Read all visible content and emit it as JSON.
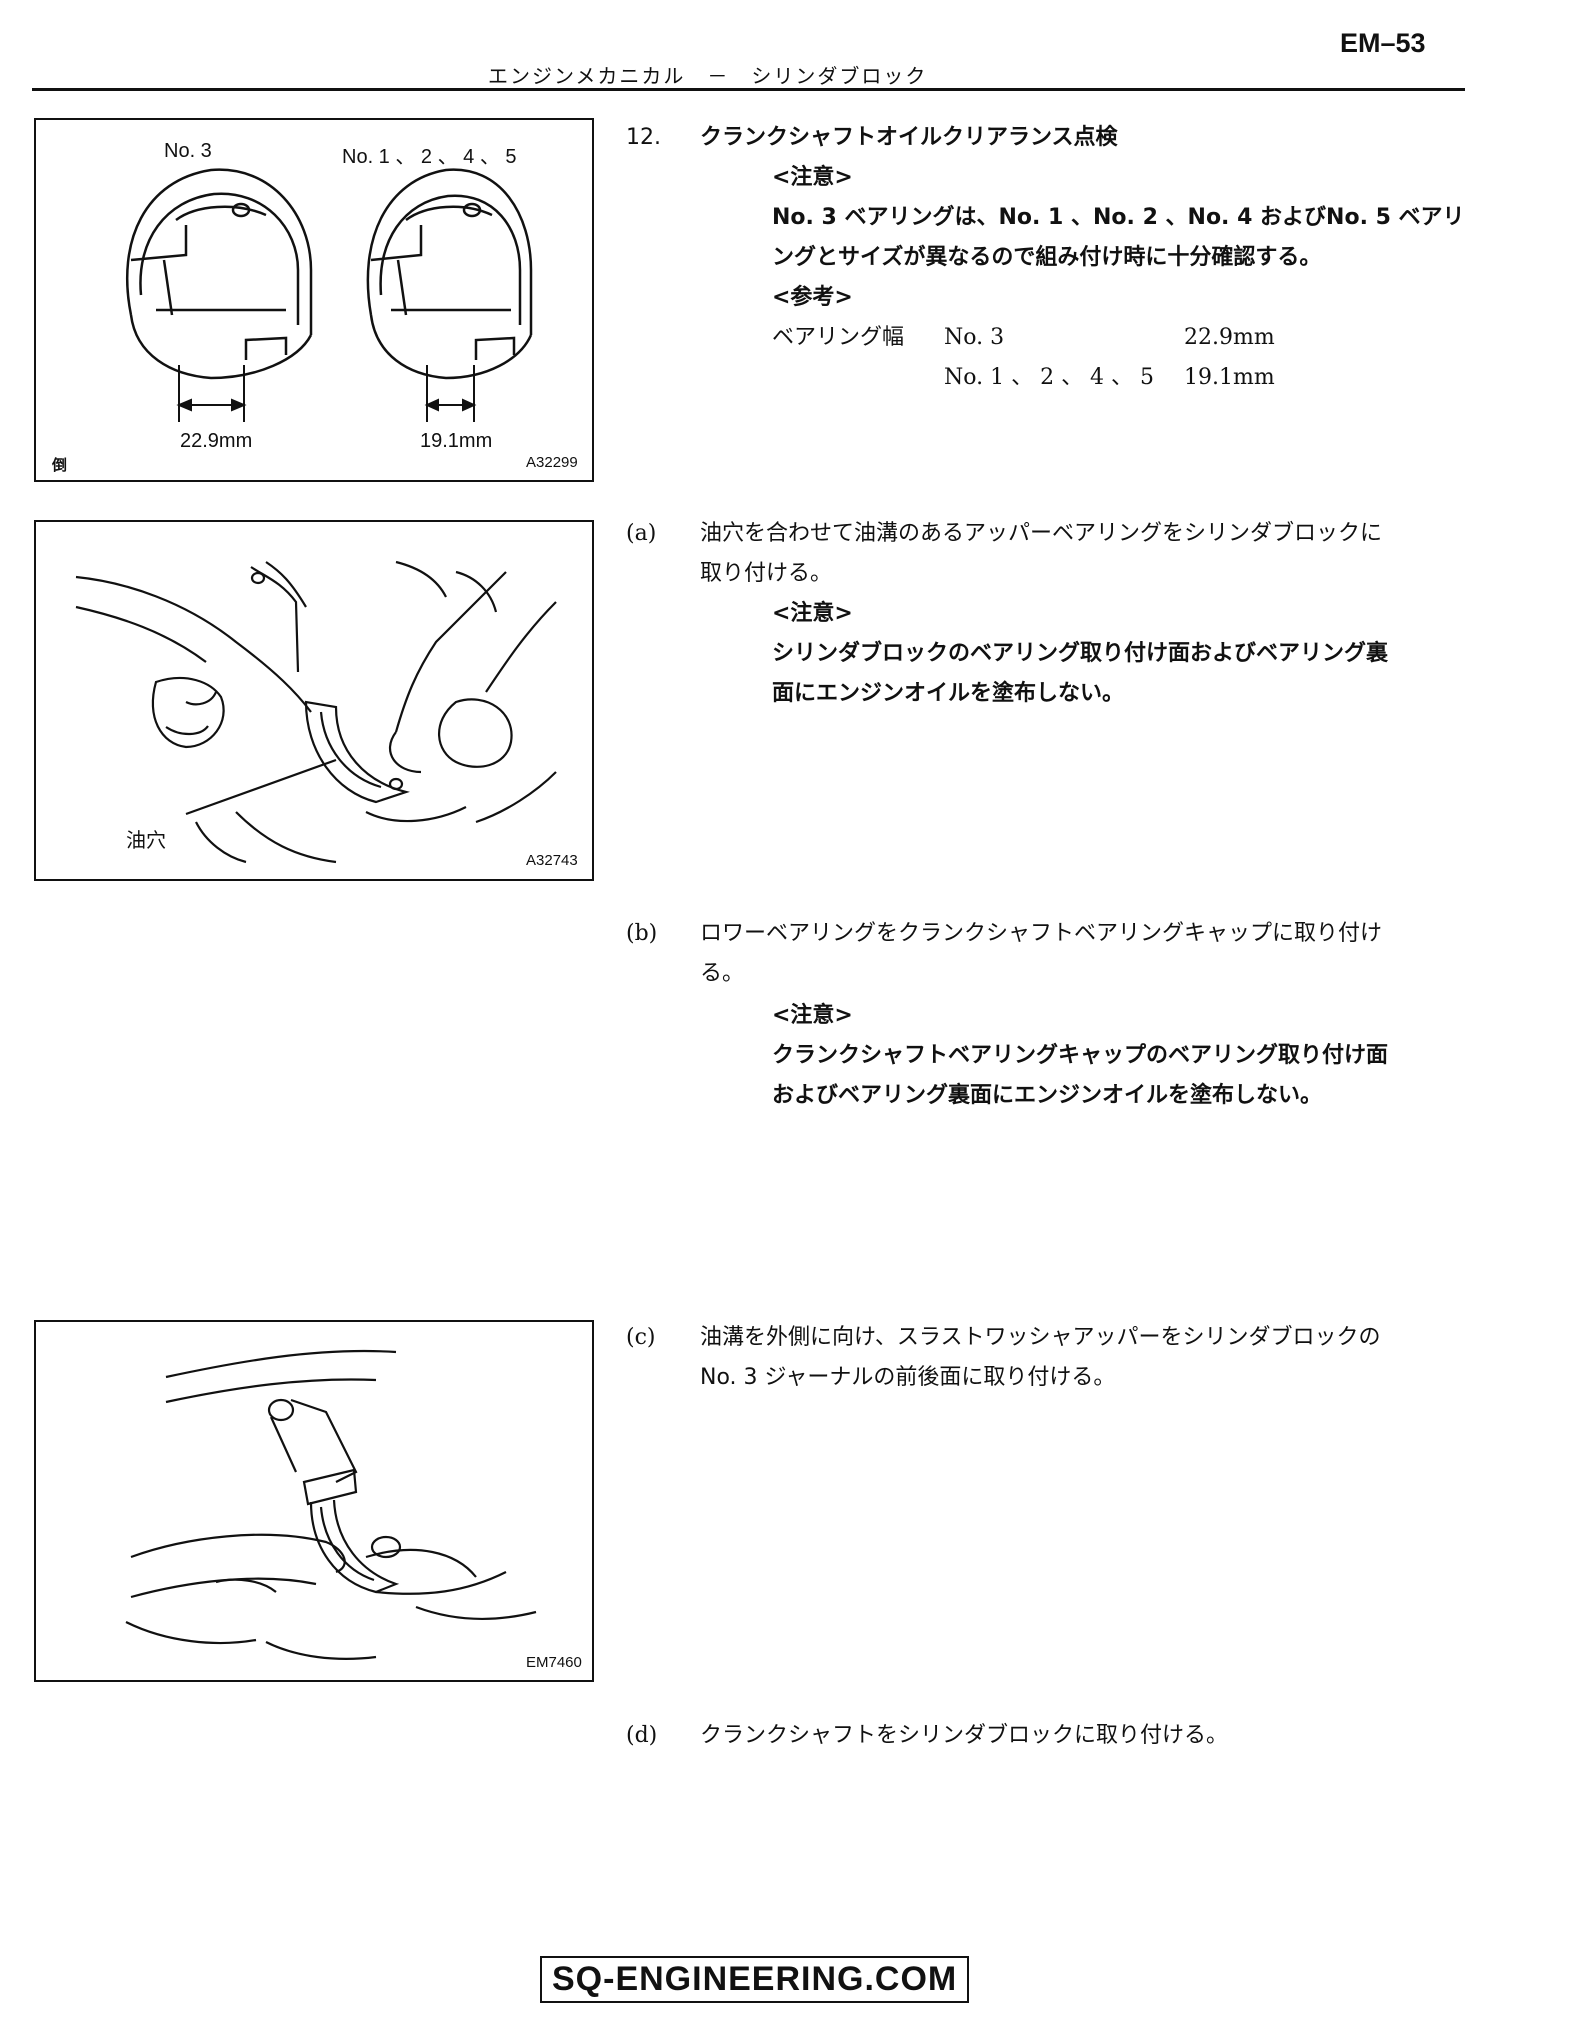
{
  "header": {
    "page_code": "EM–53",
    "section_title": "エンジンメカニカル　－　シリンダブロック"
  },
  "figure1": {
    "label_left": "No. 3",
    "label_right": "No. 1 、 2 、 4 、 5",
    "dim_left": "22.9mm",
    "dim_right": "19.1mm",
    "code": "A32299",
    "corner_mark": "倒"
  },
  "figure2": {
    "callout": "油穴",
    "code": "A32743"
  },
  "figure3": {
    "code": "EM7460"
  },
  "step12": {
    "number": "12.",
    "title": "クランクシャフトオイルクリアランス点検",
    "caution_heading": "<注意>",
    "caution_line1": "No. 3 ベアリングは、No. 1 、No. 2 、No. 4 およびNo. 5 ベアリ",
    "caution_line2": "ングとサイズが異なるので組み付け時に十分確認する。",
    "reference_heading": "<参考>",
    "reference_label": "ベアリング幅",
    "ref_row1_name": "No. 3",
    "ref_row1_value": "22.9mm",
    "ref_row2_name": "No. 1 、 2 、 4 、 5",
    "ref_row2_value": "19.1mm"
  },
  "step_a": {
    "marker": "(a)",
    "line1": "油穴を合わせて油溝のあるアッパーベアリングをシリンダブロックに",
    "line2": "取り付ける。",
    "caution_heading": "<注意>",
    "caution_line1": "シリンダブロックのベアリング取り付け面およびベアリング裏",
    "caution_line2": "面にエンジンオイルを塗布しない。"
  },
  "step_b": {
    "marker": "(b)",
    "line1": "ロワーベアリングをクランクシャフトベアリングキャップに取り付け",
    "line2": "る。",
    "caution_heading": "<注意>",
    "caution_line1": "クランクシャフトベアリングキャップのベアリング取り付け面",
    "caution_line2": "およびベアリング裏面にエンジンオイルを塗布しない。"
  },
  "step_c": {
    "marker": "(c)",
    "line1": "油溝を外側に向け、スラストワッシャアッパーをシリンダブロックの",
    "line2": "No. 3 ジャーナルの前後面に取り付ける。"
  },
  "step_d": {
    "marker": "(d)",
    "line1": "クランクシャフトをシリンダブロックに取り付ける。"
  },
  "footer": {
    "brand": "SQ-ENGINEERING.COM"
  }
}
